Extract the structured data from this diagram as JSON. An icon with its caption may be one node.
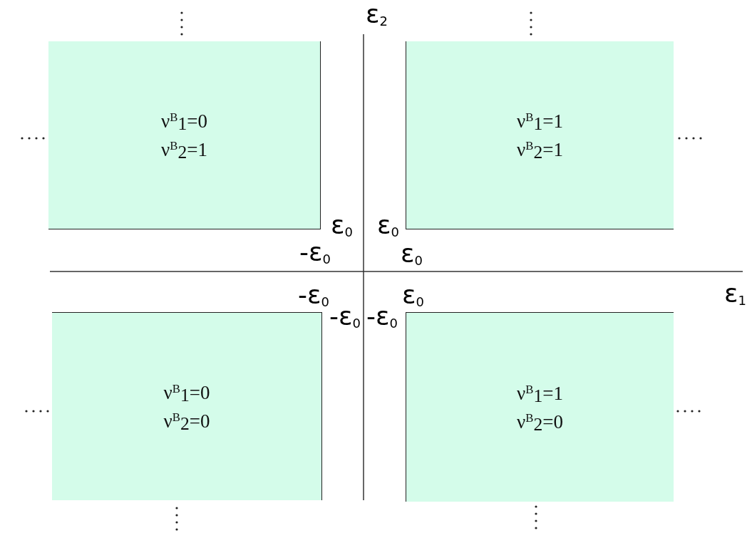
{
  "diagram": {
    "nodes": [
      {
        "text": [
          "ν$^{B}$$_{1}$=0",
          "ν$^{B}$$_{2}$=1"
        ]
      },
      {
        "text": [
          "ν$^{B}$$_{1}$=1",
          "ν$^{B}$$_{2}$=1"
        ]
      },
      {
        "text": [
          "ν$^{B}$$_{1}$=0",
          "ν$^{B}$$_{2}$=0"
        ]
      },
      {
        "text": [
          "ν$^{B}$$_{1}$=1",
          "ν$^{B}$$_{2}$=0"
        ]
      }
    ],
    "edges": [],
    "labels": [
      "ε$_{2}$",
      "ε$_{0}$",
      "ε$_{0}$",
      "-ε$_{0}$",
      "ε$_{0}$",
      "-ε$_{0}$",
      "ε$_{0}$",
      "ε$_{1}$",
      "-ε$_{0}$",
      "-ε$_{0}$"
    ]
  }
}
